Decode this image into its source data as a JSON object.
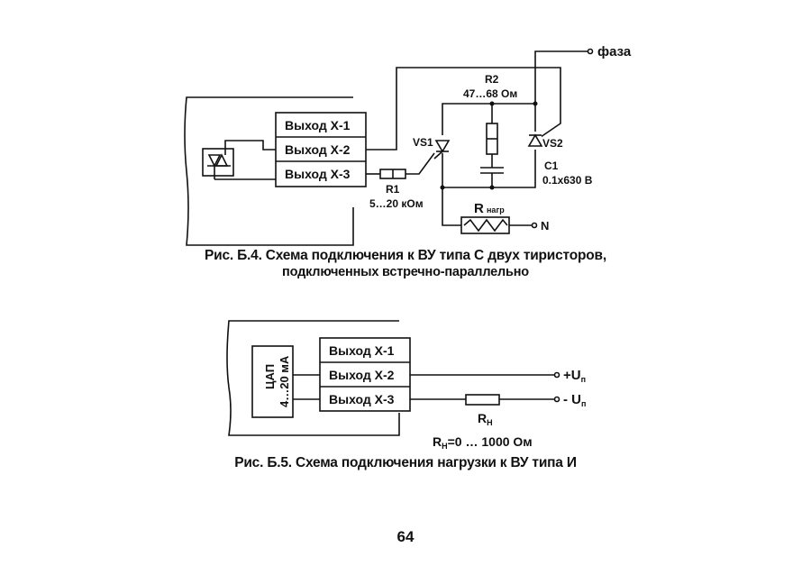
{
  "figure_b4": {
    "outputs": [
      "Выход Х-1",
      "Выход Х-2",
      "Выход Х-3"
    ],
    "r1": {
      "name": "R1",
      "value": "5…20 кОм"
    },
    "r2": {
      "name": "R2",
      "value": "47…68 Ом"
    },
    "c1": {
      "name": "C1",
      "value": "0.1х630 В"
    },
    "vs1": "VS1",
    "vs2": "VS2",
    "load": {
      "name": "R",
      "sub": "нагр"
    },
    "phase": "фаза",
    "neutral": "N",
    "caption_line1": "Рис. Б.4. Схема подключения к ВУ типа С двух тиристоров,",
    "caption_line2": "подключенных встречно-параллельно"
  },
  "figure_b5": {
    "dac_line1": "ЦАП",
    "dac_line2": "4…20 мА",
    "outputs": [
      "Выход Х-1",
      "Выход Х-2",
      "Выход Х-3"
    ],
    "plus": "+U",
    "minus": "- U",
    "u_sub": "п",
    "rn": {
      "name": "R",
      "sub": "Н"
    },
    "rn_range": "=0 … 1000 Ом",
    "caption": "Рис. Б.5. Схема подключения нагрузки к ВУ типа И"
  },
  "page_number": "64"
}
